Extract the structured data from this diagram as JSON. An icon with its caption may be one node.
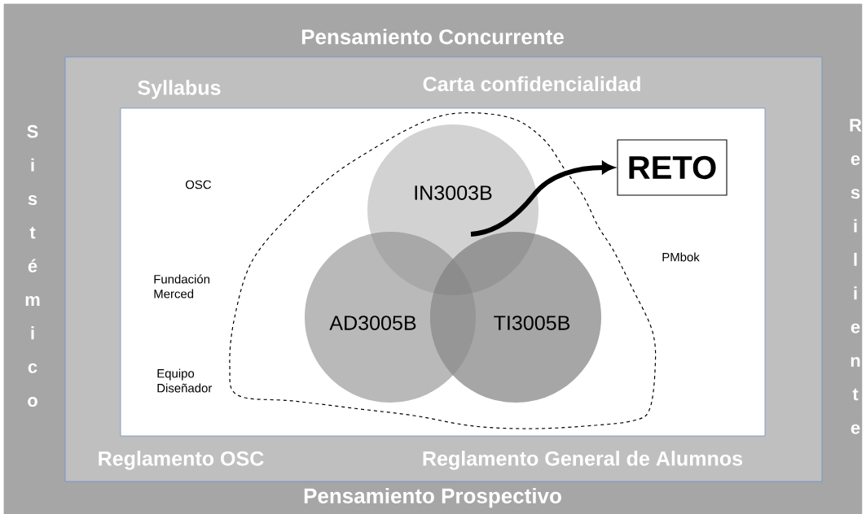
{
  "diagram": {
    "nodes": [
      {
        "text": [
          "Pensamiento Concurrente",
          "Sistémico",
          "Resiliente",
          "Pensamiento Prospectivo"
        ]
      },
      {
        "text": [
          "Syllabus",
          "Carta confidencialidad",
          "Reglamento OSC",
          "Reglamento General de Alumnos"
        ],
        "in": 0
      },
      {
        "text": [
          "OSC",
          "Fundación Merced",
          "Equipo Diseñador",
          "PMbok"
        ],
        "in": 1
      },
      {
        "text": [],
        "shape": "cloud",
        "in": 2
      },
      {
        "text": [
          "IN3003B"
        ],
        "in": 3
      },
      {
        "text": [
          "AD3005B"
        ],
        "in": 3
      },
      {
        "text": [
          "TI3005B"
        ],
        "in": 3
      },
      {
        "text": [
          "RETO"
        ],
        "in": 2
      }
    ],
    "edges": [
      {
        "from": 4,
        "to": 7,
        "arrow": "to"
      }
    ]
  }
}
